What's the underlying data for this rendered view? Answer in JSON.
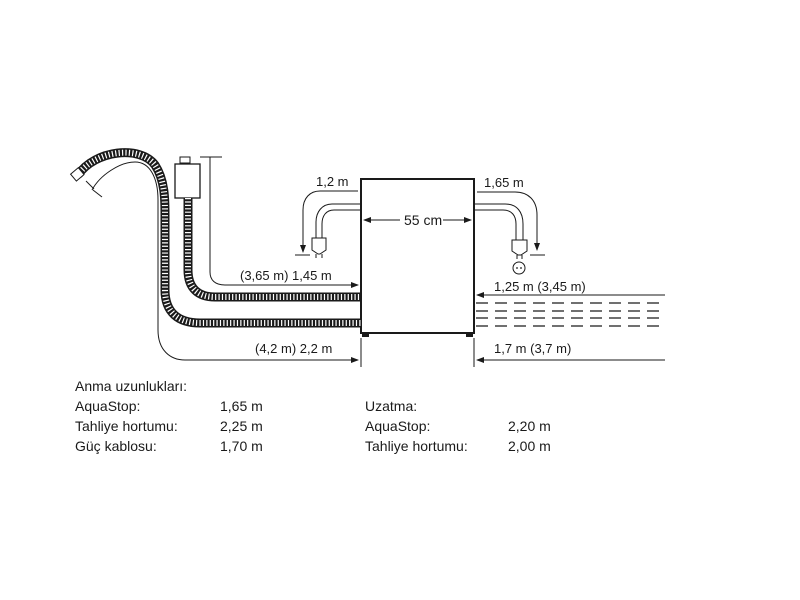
{
  "diagram": {
    "labels": {
      "cord_left": "1,2 m",
      "cord_right": "1,65 m",
      "width": "55 cm",
      "aquastop_hose": "(3,65 m) 1,45 m",
      "drain_hose": "(4,2 m) 2,2 m",
      "right_upper": "1,25 m (3,45 m)",
      "right_lower": "1,7 m (3,7 m)"
    }
  },
  "nominal": {
    "title": "Anma uzunlukları:",
    "rows": [
      {
        "label": "AquaStop:",
        "value": "1,65 m"
      },
      {
        "label": "Tahliye hortumu:",
        "value": "2,25 m"
      },
      {
        "label": "Güç kablosu:",
        "value": "1,70 m"
      }
    ]
  },
  "extension": {
    "title": "Uzatma:",
    "rows": [
      {
        "label": "AquaStop:",
        "value": "2,20 m"
      },
      {
        "label": "Tahliye hortumu:",
        "value": "2,00 m"
      }
    ]
  }
}
